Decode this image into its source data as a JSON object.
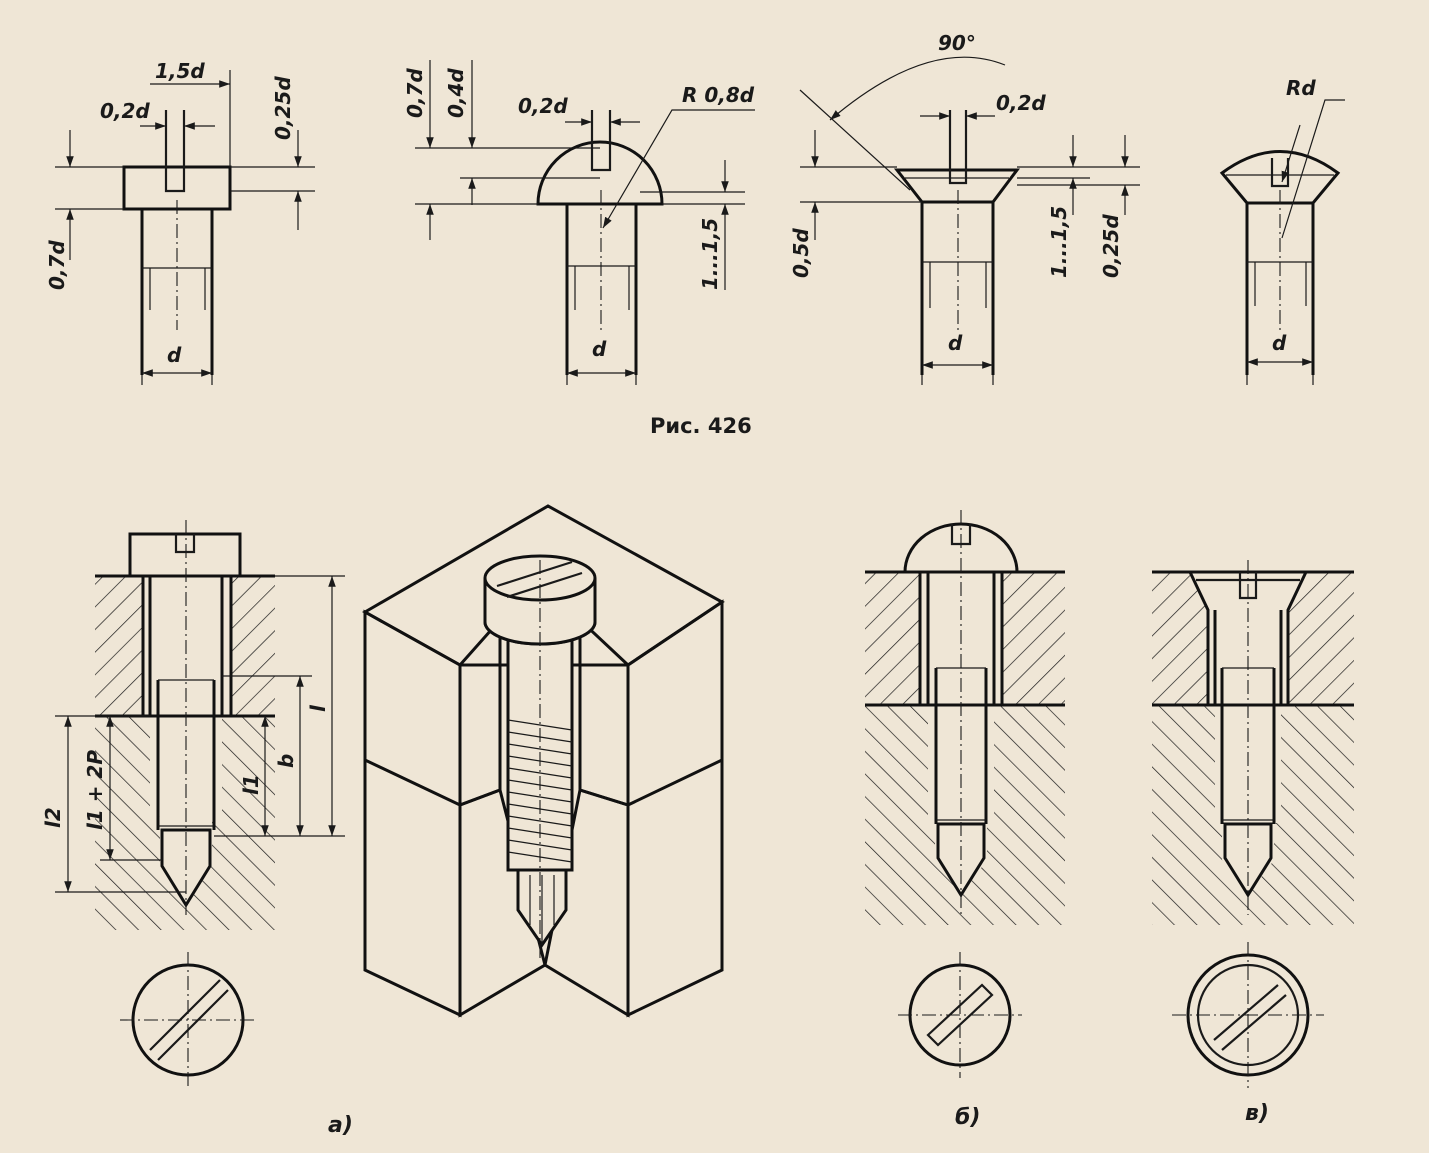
{
  "figure_caption": "Рис. 426",
  "views": {
    "a": "а)",
    "b": "б)",
    "v": "в)"
  },
  "top_row": {
    "cylinder": {
      "head_width": "1,5d",
      "slot_width": "0,2d",
      "head_height": "0,7d",
      "slot_depth": "0,25d",
      "shank": "d"
    },
    "round": {
      "head_height": "0,7d",
      "slot_depth": "0,4d",
      "slot_width": "0,2d",
      "radius": "R 0,8d",
      "gap": "1...1,5",
      "shank": "d"
    },
    "countersunk": {
      "angle": "90°",
      "slot_width": "0,2d",
      "head_height": "0,5d",
      "gap": "1...1,5",
      "slot_depth": "0,25d",
      "shank": "d"
    },
    "raised": {
      "radius": "Rd",
      "shank": "d"
    }
  },
  "section_a": {
    "l2": "l2",
    "l1_2p": "l1 + 2P",
    "l1": "l1",
    "b": "b",
    "l": "l"
  }
}
